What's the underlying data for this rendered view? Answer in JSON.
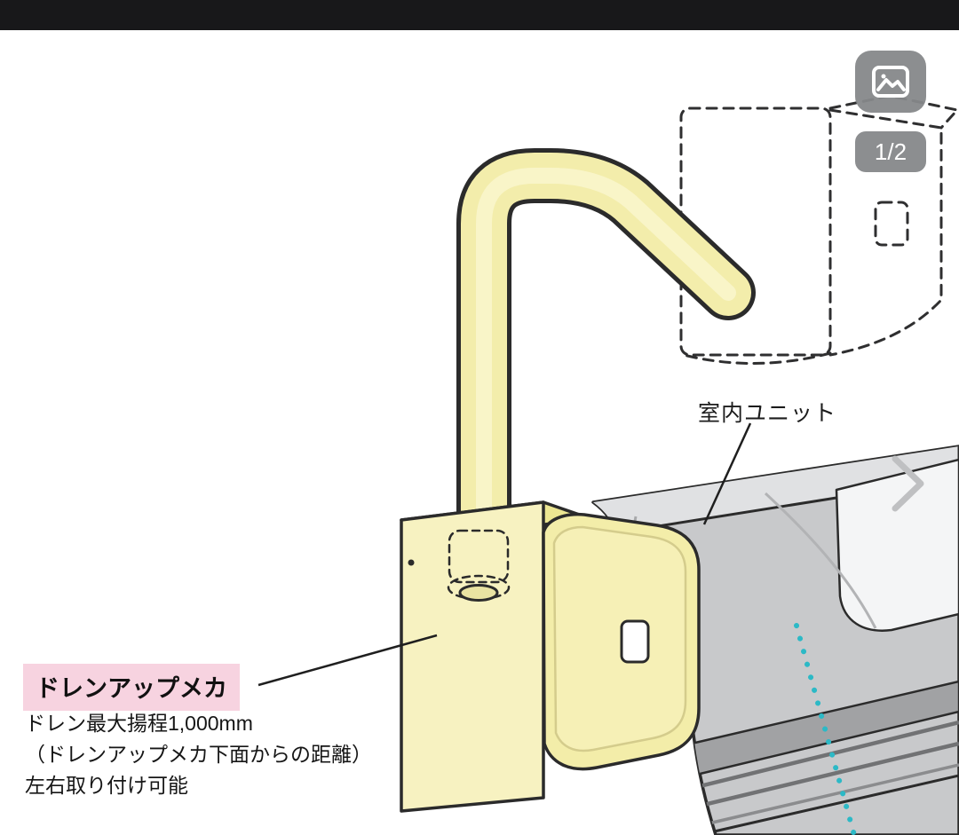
{
  "viewer": {
    "top_bar_color": "#18181a",
    "gallery_button": {
      "icon": "photo-gallery-icon"
    },
    "page_badge": {
      "label": "1/2"
    },
    "next_button": {
      "icon": "chevron-right-icon"
    }
  },
  "diagram": {
    "labels": {
      "indoor_unit": "室内ユニット",
      "drain_mechanism": "ドレンアップメカ"
    },
    "notes": [
      "ドレン最大揚程1,000mm",
      "（ドレンアップメカ下面からの距離）",
      "左右取り付け可能"
    ],
    "colors": {
      "pipe_yellow": "#f3edab",
      "box_yellow": "#f7f2c1",
      "module_yellow": "#f3eda9",
      "unit_gray": "#c8c9cb",
      "unit_top_gray": "#e0e1e3",
      "outlet_gray": "#a1a2a4",
      "label_pink": "#f7d3e0",
      "dotted_cyan": "#2cb9c6",
      "outline": "#2b2b2b"
    }
  }
}
